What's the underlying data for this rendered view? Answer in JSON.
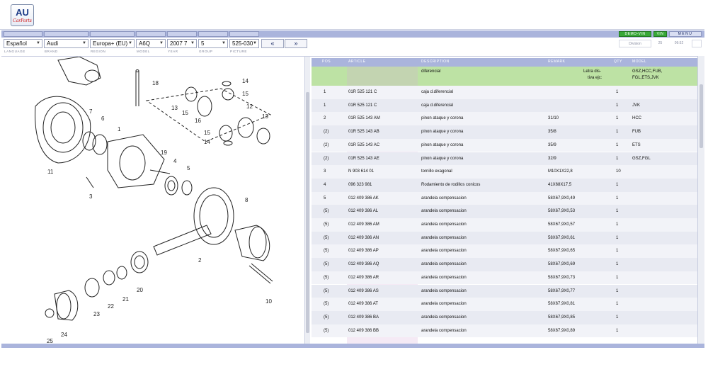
{
  "logo": {
    "main": "AU",
    "sub": "CarParts"
  },
  "toolbar": {
    "demo_vin": "DEMO-VIN",
    "vin": "VIN",
    "menu": "MENU"
  },
  "selectors": [
    {
      "name": "language",
      "value": "Español",
      "caption": "LANGUAGE"
    },
    {
      "name": "brand",
      "value": "Audi",
      "caption": "BRAND"
    },
    {
      "name": "region",
      "value": "Europa+ (EU)",
      "caption": "REGION"
    },
    {
      "name": "model",
      "value": "A6Q",
      "caption": "MODEL"
    },
    {
      "name": "year",
      "value": "2007  7",
      "caption": "YEAR"
    },
    {
      "name": "group",
      "value": "5",
      "caption": "GROUP"
    },
    {
      "name": "picture",
      "value": "525-030",
      "caption": "PICTURE"
    }
  ],
  "nav": {
    "prev": "«",
    "next": "»"
  },
  "info": {
    "field1": "Division",
    "field2": "25",
    "field3": "09:52"
  },
  "table": {
    "headers": {
      "pos": "POS",
      "article": "ARTICLE",
      "description": "DESCRIPTION",
      "remark": "REMARK",
      "qty": "QTY",
      "model": "MODEL"
    },
    "header_row": {
      "description": "diferencial",
      "remark_line1": "Letra dis-",
      "remark_line2": "tiva ejc:",
      "model_line1": "GSZ,HCC,FUB,",
      "model_line2": "FGL,ETS,JVK"
    },
    "rows": [
      {
        "pos": "1",
        "article": "01R 525 121 C",
        "description": "caja d.diferencial",
        "remark": "",
        "qty": "1",
        "model": ""
      },
      {
        "pos": "1",
        "article": "01R 525 121 C",
        "description": "caja d.diferencial",
        "remark": "",
        "qty": "1",
        "model": "JVK"
      },
      {
        "pos": "2",
        "article": "01R 525 143 AM",
        "description": "pinon ataque y corona",
        "remark": "31/10",
        "qty": "1",
        "model": "HCC"
      },
      {
        "pos": "(2)",
        "article": "01R 525 143 AB",
        "description": "pinon ataque y corona",
        "remark": "35/8",
        "qty": "1",
        "model": "FUB"
      },
      {
        "pos": "(2)",
        "article": "01R 525 143 AC",
        "description": "pinon ataque y corona",
        "remark": "35/9",
        "qty": "1",
        "model": "ETS"
      },
      {
        "pos": "(2)",
        "article": "01R 525 143 AE",
        "description": "pinon ataque y corona",
        "remark": "32/9",
        "qty": "1",
        "model": "GSZ,FGL"
      },
      {
        "pos": "3",
        "article": "N  903 614 01",
        "description": "tornillo exagonal",
        "remark": "M10X1X22,8",
        "qty": "10",
        "model": ""
      },
      {
        "pos": "4",
        "article": "096 323 981",
        "description": "Rodamiento de rodillos conicos",
        "remark": "41X68X17,5",
        "qty": "1",
        "model": ""
      },
      {
        "pos": "5",
        "article": "012 409 386 AK",
        "description": "arandela compensacion",
        "remark": "58X67,9X0,49",
        "qty": "1",
        "model": ""
      },
      {
        "pos": "(5)",
        "article": "012 409 386 AL",
        "description": "arandela compensacion",
        "remark": "58X67,9X0,53",
        "qty": "1",
        "model": ""
      },
      {
        "pos": "(5)",
        "article": "012 409 386 AM",
        "description": "arandela compensacion",
        "remark": "58X67,9X0,57",
        "qty": "1",
        "model": ""
      },
      {
        "pos": "(5)",
        "article": "012 409 386 AN",
        "description": "arandela compensacion",
        "remark": "58X67,9X0,61",
        "qty": "1",
        "model": ""
      },
      {
        "pos": "(5)",
        "article": "012 409 386 AP",
        "description": "arandela compensacion",
        "remark": "58X67,9X0,65",
        "qty": "1",
        "model": ""
      },
      {
        "pos": "(5)",
        "article": "012 409 386 AQ",
        "description": "arandela compensacion",
        "remark": "58X67,9X0,69",
        "qty": "1",
        "model": ""
      },
      {
        "pos": "(5)",
        "article": "012 409 386 AR",
        "description": "arandela compensacion",
        "remark": "58X67,9X0,73",
        "qty": "1",
        "model": ""
      },
      {
        "pos": "(5)",
        "article": "012 409 386 AS",
        "description": "arandela compensacion",
        "remark": "58X67,9X0,77",
        "qty": "1",
        "model": ""
      },
      {
        "pos": "(5)",
        "article": "012 409 386 AT",
        "description": "arandela compensacion",
        "remark": "58X67,9X0,81",
        "qty": "1",
        "model": ""
      },
      {
        "pos": "(5)",
        "article": "012 409 386 BA",
        "description": "arandela compensacion",
        "remark": "58X67,9X0,85",
        "qty": "1",
        "model": ""
      },
      {
        "pos": "(5)",
        "article": "012 409 386 BB",
        "description": "arandela compensacion",
        "remark": "58X67,9X0,89",
        "qty": "1",
        "model": ""
      }
    ]
  },
  "diagram_labels": [
    "18",
    "14",
    "15",
    "13",
    "16",
    "15",
    "13",
    "7",
    "6",
    "1",
    "15",
    "14",
    "12",
    "11",
    "19",
    "4",
    "5",
    "3",
    "8",
    "2",
    "20",
    "21",
    "22",
    "23",
    "24",
    "25",
    "10"
  ]
}
